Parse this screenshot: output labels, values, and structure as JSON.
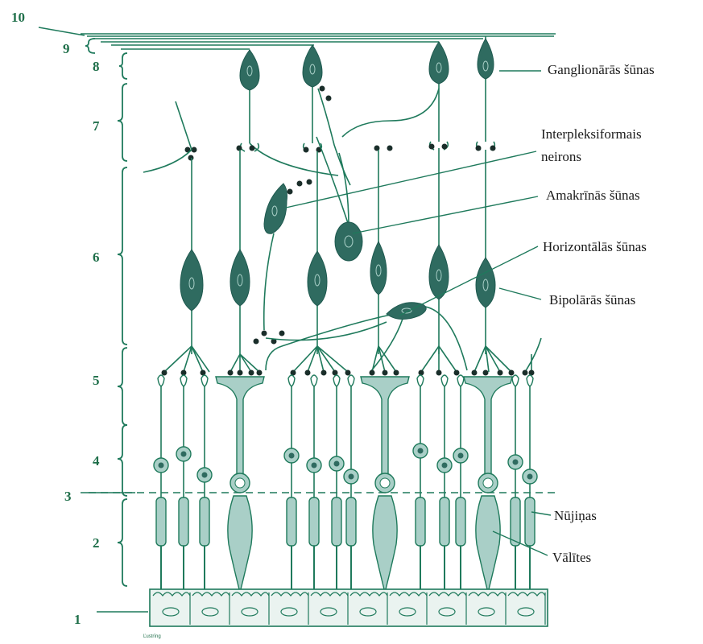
{
  "diagram": {
    "colors": {
      "line": "#1f7a5c",
      "cell_dark": "#2f6b60",
      "cell_light": "#a9cfc7",
      "text": "#1a1a1a",
      "number": "#1f6f4a"
    },
    "layer_numbers": [
      "1",
      "2",
      "3",
      "4",
      "5",
      "6",
      "7",
      "8",
      "9",
      "10"
    ],
    "labels": {
      "ganglion": "Ganglionārās šūnas",
      "interplex_1": "Interpleksiformais",
      "interplex_2": "neirons",
      "amacrine": "Amakrīnās šūnas",
      "horizontal": "Horizontālās šūnas",
      "bipolar": "Bipolārās šūnas",
      "cones": "Nūjiņas",
      "rods": "Vālītes"
    },
    "bottom_caption": "Ľustrīng"
  }
}
